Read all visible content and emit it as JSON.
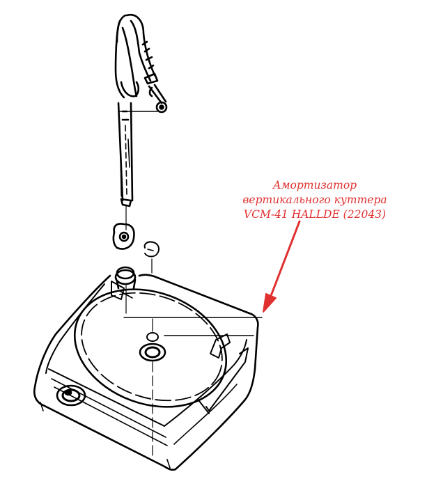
{
  "annotation": {
    "lines": [
      "Амортизатор",
      "вертикального куттера",
      "VCM-41 HALLDE (22043)"
    ]
  },
  "colors": {
    "annotation": "#e03030",
    "line_art": "#000000",
    "background": "#ffffff"
  },
  "icons": [
    "shock-absorber-part",
    "lid-base-part",
    "arrow-pointer"
  ]
}
